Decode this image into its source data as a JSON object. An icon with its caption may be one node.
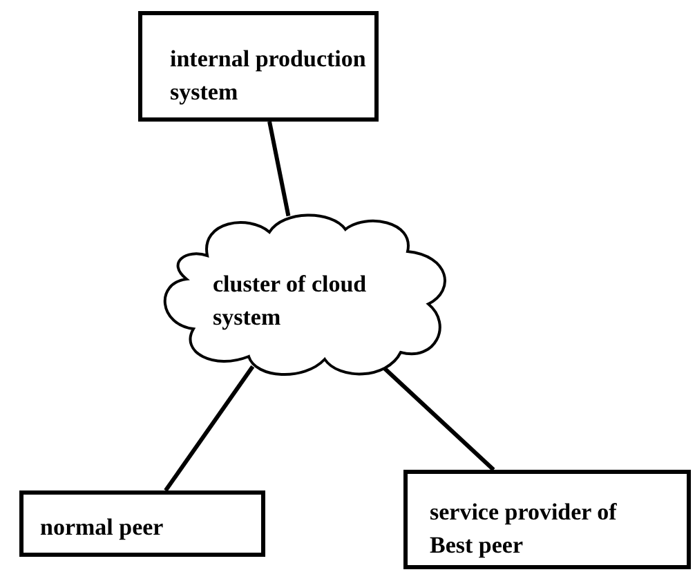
{
  "diagram": {
    "nodes": [
      {
        "text": [
          "internal production system"
        ]
      },
      {
        "text": [
          "cluster of cloud system"
        ]
      },
      {
        "text": [
          "normal peer"
        ]
      },
      {
        "text": [
          "service provider of Best peer"
        ]
      }
    ],
    "edges": [
      {
        "from": 0,
        "to": 1,
        "arrow": "none"
      },
      {
        "from": 1,
        "to": 2,
        "arrow": "none"
      },
      {
        "from": 1,
        "to": 3,
        "arrow": "none"
      }
    ]
  }
}
